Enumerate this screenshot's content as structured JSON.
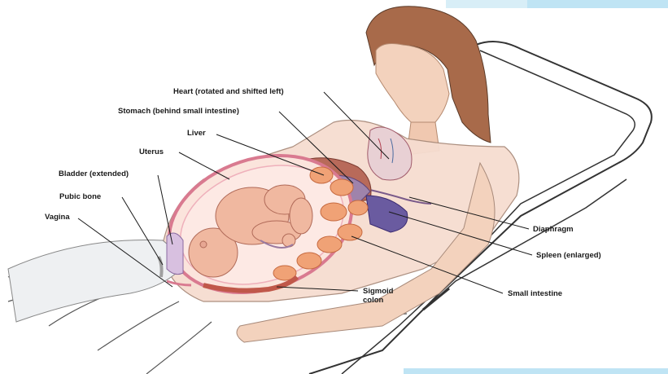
{
  "labels": {
    "heart": "Heart (rotated and shifted left)",
    "stomach": "Stomach (behind small intestine)",
    "liver": "Liver",
    "uterus": "Uterus",
    "bladder": "Bladder (extended)",
    "pubic_bone": "Pubic bone",
    "vagina": "Vagina",
    "diaphragm": "Diaphragm",
    "spleen": "Spleen (enlarged)",
    "small_intestine": "Small intestine",
    "sigmoid_colon_line1": "Sigmoid",
    "sigmoid_colon_line2": "colon"
  },
  "colors": {
    "accent_blue": "#bfe4f4",
    "skin": "#f3d2bd",
    "hair": "#a86a4a",
    "uterus_wall": "#e0879a",
    "intestine": "#f0a276",
    "table_outline": "#3a3a3a"
  }
}
